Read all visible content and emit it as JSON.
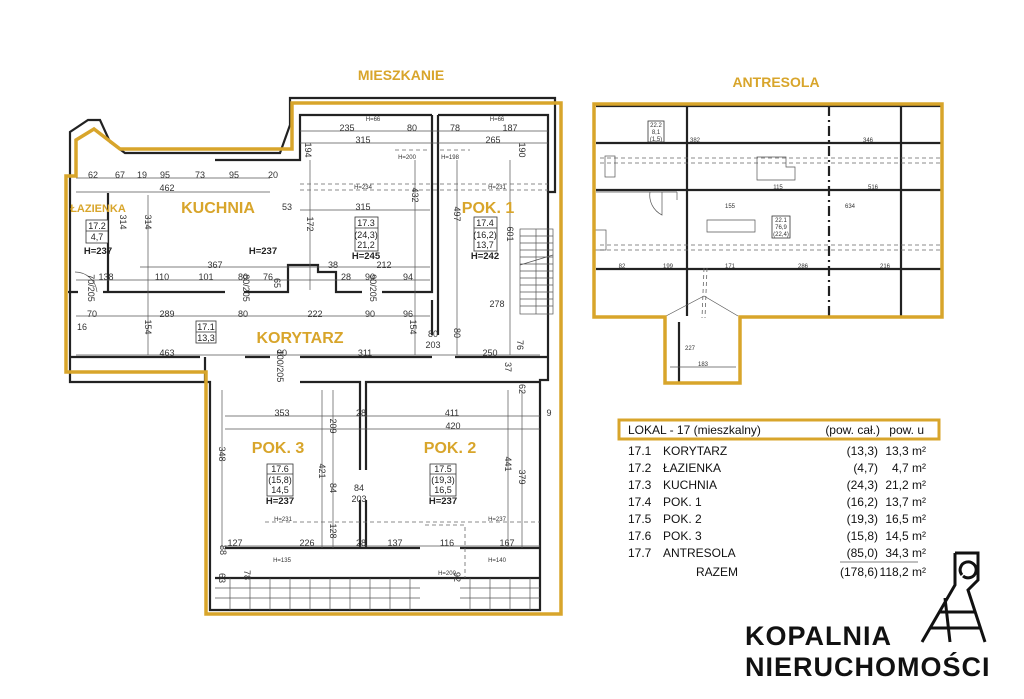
{
  "titles": {
    "apartment": "MIESZKANIE",
    "mezzanine": "ANTRESOLA"
  },
  "rooms": {
    "lazienka": {
      "name": "ŁAZIENKA",
      "code": "17.2",
      "area": "4,7",
      "height": "H=237"
    },
    "kuchnia": {
      "name": "KUCHNIA",
      "code": "17.3",
      "total": "(24,3)",
      "area": "21,2",
      "height": "H=245",
      "height2": "H=237"
    },
    "pok1": {
      "name": "POK. 1",
      "code": "17.4",
      "total": "(16,2)",
      "area": "13,7",
      "height": "H=242"
    },
    "korytarz": {
      "name": "KORYTARZ",
      "code": "17.1",
      "area": "13,3"
    },
    "pok3": {
      "name": "POK. 3",
      "code": "17.6",
      "total": "(15,8)",
      "area": "14,5",
      "height": "H=237"
    },
    "pok2": {
      "name": "POK. 2",
      "code": "17.5",
      "total": "(19,3)",
      "area": "16,5",
      "height": "H=237"
    }
  },
  "dims": [
    "62",
    "67",
    "19",
    "95",
    "73",
    "95",
    "20",
    "462",
    "235",
    "80",
    "315",
    "78",
    "187",
    "265",
    "194",
    "190",
    "H=66",
    "H=66",
    "H=200",
    "H=198",
    "H=234",
    "H=231",
    "53",
    "315",
    "432",
    "314",
    "314",
    "172",
    "497",
    "601",
    "367",
    "38",
    "212",
    "138",
    "110",
    "101",
    "80",
    "76",
    "28",
    "90",
    "94",
    "65",
    "70/205",
    "80/205",
    "90/205",
    "278",
    "70",
    "289",
    "80",
    "222",
    "90",
    "96",
    "16",
    "154",
    "154",
    "80",
    "203",
    "80",
    "463",
    "90",
    "311",
    "250",
    "76",
    "100/205",
    "37",
    "353",
    "28",
    "411",
    "420",
    "62",
    "9",
    "348",
    "209",
    "421",
    "84",
    "84",
    "203",
    "441",
    "379",
    "H=231",
    "H=237",
    "127",
    "226",
    "128",
    "28",
    "137",
    "116",
    "167",
    "88",
    "H=135",
    "H=140",
    "H=200",
    "63",
    "78",
    "92"
  ],
  "mezzanine": {
    "tag_a": {
      "code": "22.2",
      "area": "8,1",
      "total": "(1,5)"
    },
    "tag_b": {
      "code": "22.1",
      "area": "76,9",
      "total": "(22,4)"
    },
    "dims": [
      "382",
      "346",
      "115",
      "516",
      "155",
      "634",
      "82",
      "199",
      "171",
      "286",
      "216",
      "227",
      "183"
    ]
  },
  "table": {
    "header": {
      "title": "LOKAL - 17 (mieszkalny)",
      "col_total": "(pow. cał.)",
      "col_usable": "pow. u"
    },
    "rows": [
      {
        "num": "17.1",
        "name": "KORYTARZ",
        "total": "(13,3)",
        "usable": "13,3 m²"
      },
      {
        "num": "17.2",
        "name": "ŁAZIENKA",
        "total": "(4,7)",
        "usable": "4,7 m²"
      },
      {
        "num": "17.3",
        "name": "KUCHNIA",
        "total": "(24,3)",
        "usable": "21,2 m²"
      },
      {
        "num": "17.4",
        "name": "POK. 1",
        "total": "(16,2)",
        "usable": "13,7 m²"
      },
      {
        "num": "17.5",
        "name": "POK. 2",
        "total": "(19,3)",
        "usable": "16,5 m²"
      },
      {
        "num": "17.6",
        "name": "POK. 3",
        "total": "(15,8)",
        "usable": "14,5 m²"
      },
      {
        "num": "17.7",
        "name": "ANTRESOLA",
        "total": "(85,0)",
        "usable": "34,3 m²"
      }
    ],
    "sum": {
      "label": "RAZEM",
      "total": "(178,6)",
      "usable": "118,2 m²"
    }
  },
  "logo": {
    "line1": "KOPALNIA",
    "line2": "NIERUCHOMOŚCI"
  },
  "colors": {
    "accent": "#d8a52b",
    "wall": "#222222"
  }
}
